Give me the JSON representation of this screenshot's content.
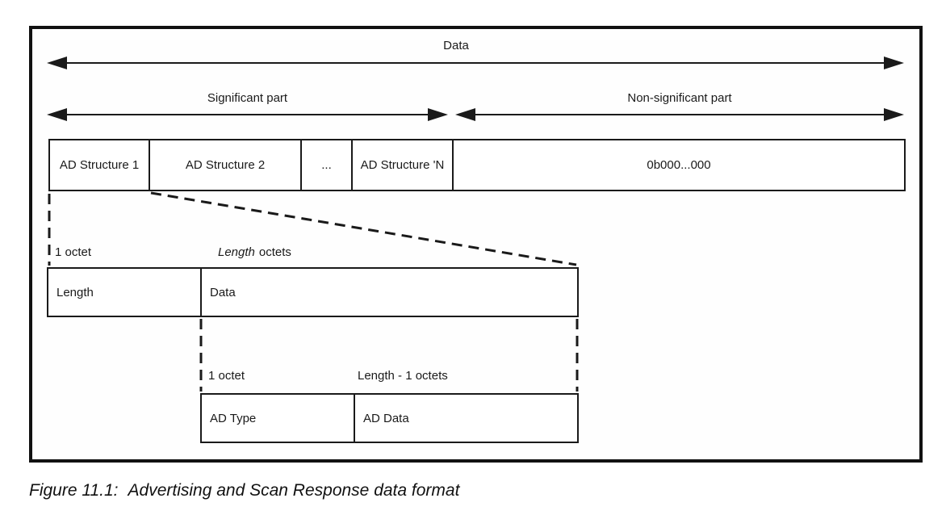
{
  "diagram": {
    "arrows": {
      "data_label": "Data",
      "significant_label": "Significant part",
      "non_significant_label": "Non-significant part"
    },
    "structure_row": {
      "cells": [
        {
          "label": "AD Structure 1"
        },
        {
          "label": "AD Structure 2"
        },
        {
          "label": "..."
        },
        {
          "label": "AD Structure 'N"
        },
        {
          "label": "0b000...000"
        }
      ]
    },
    "length_row": {
      "octet_label": "1 octet",
      "octets_label_italic": "Length",
      "octets_label_rest": "octets",
      "cells": [
        {
          "label": "Length"
        },
        {
          "label": "Data"
        }
      ]
    },
    "ad_row": {
      "octet_label": "1 octet",
      "octets_label": "Length - 1 octets",
      "cells": [
        {
          "label": "AD Type"
        },
        {
          "label": "AD Data"
        }
      ]
    },
    "colors": {
      "line": "#1a1a1a",
      "background": "#ffffff"
    }
  },
  "caption": {
    "figure_number": "Figure 11.1:",
    "title": "Advertising and Scan Response data format"
  }
}
